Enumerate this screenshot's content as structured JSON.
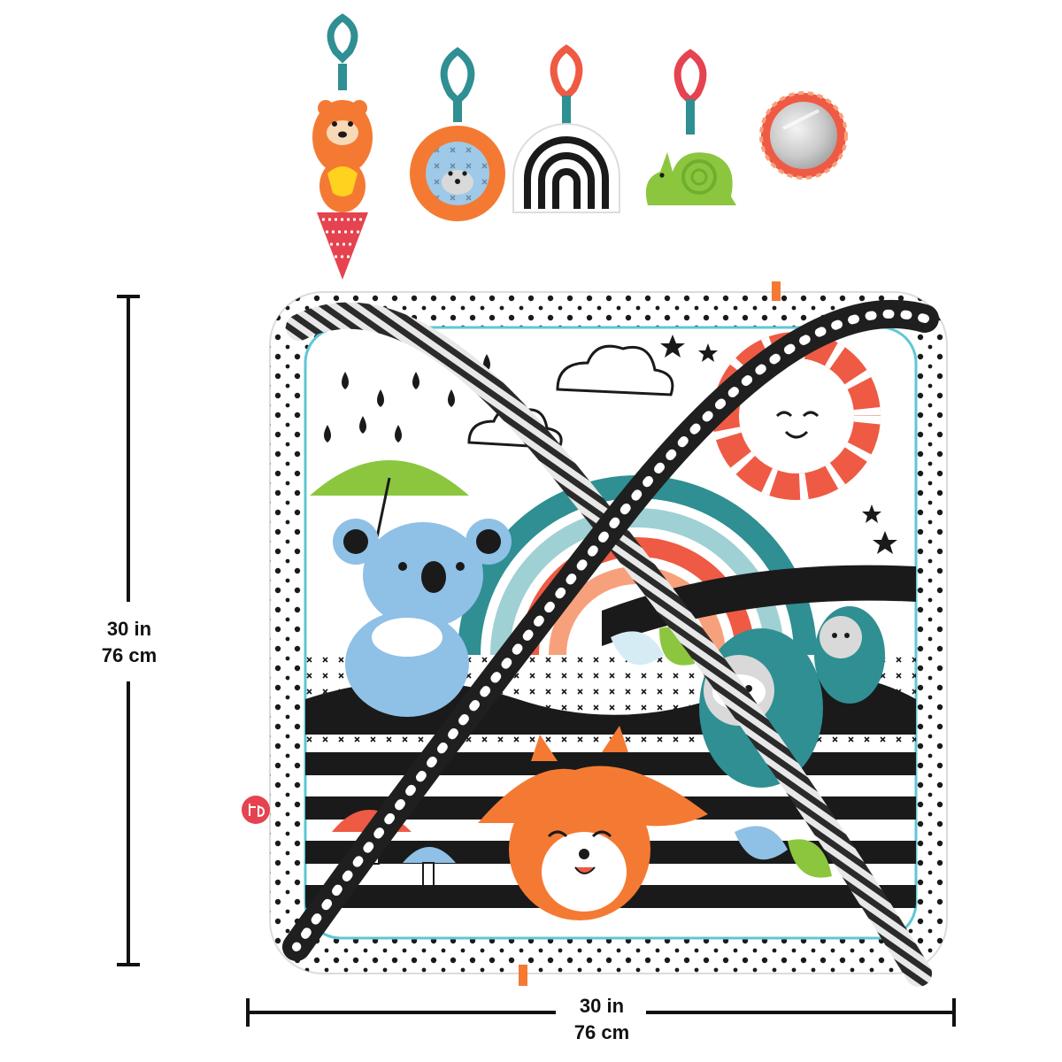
{
  "dimensions": {
    "height": {
      "imperial": "30 in",
      "metric": "76 cm"
    },
    "width": {
      "imperial": "30 in",
      "metric": "76 cm"
    }
  },
  "toys": [
    {
      "name": "otter-rattle-icon"
    },
    {
      "name": "hedgehog-ball-icon"
    },
    {
      "name": "rainbow-card-icon"
    },
    {
      "name": "snail-teether-icon"
    },
    {
      "name": "mirror-icon"
    }
  ],
  "colors": {
    "teal": "#2f8f93",
    "orange": "#f47a33",
    "coral": "#ef5a44",
    "red_link": "#e5434f",
    "green": "#8cc63f",
    "blue": "#8fc0e6",
    "black": "#1a1a1a"
  }
}
